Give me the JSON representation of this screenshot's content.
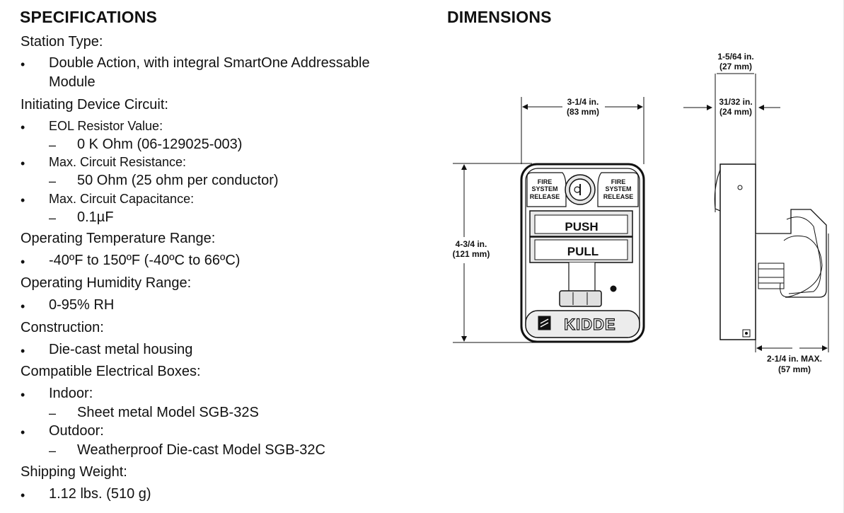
{
  "spec": {
    "heading": "SPECIFICATIONS",
    "station_type": "Station Type:",
    "station_item_1": "Double Action, with integral SmartOne Addressable",
    "station_item_1_cont": "Module",
    "idc": "Initiating Device Circuit:",
    "eol_label": "EOL Resistor Value:",
    "eol_value": "0 K Ohm (06-129025-003)",
    "resistance_label": "Max. Circuit Resistance:",
    "resistance_value": "50 Ohm (25 ohm per conductor)",
    "capacitance_label": "Max. Circuit Capacitance:",
    "capacitance_value": "0.1µF",
    "temp_label": "Operating Temperature Range:",
    "temp_value": "-40ºF to 150ºF (-40ºC to 66ºC)",
    "humidity_label": "Operating Humidity Range:",
    "humidity_value": "0-95% RH",
    "construction_label": "Construction:",
    "construction_value": "Die-cast metal housing",
    "boxes_label": "Compatible Electrical Boxes:",
    "indoor_label": "Indoor:",
    "indoor_value": "Sheet metal Model SGB-32S",
    "outdoor_label": "Outdoor:",
    "outdoor_value": "Weatherproof Die-cast Model SGB-32C",
    "weight_label": "Shipping Weight:",
    "weight_value": "1.12 lbs. (510 g)",
    "bullet": "•",
    "dash": "–"
  },
  "dimensions": {
    "heading": "DIMENSIONS",
    "width_in": "3-1/4 in.",
    "width_mm": "(83 mm)",
    "height_in": "4-3/4 in.",
    "height_mm": "(121 mm)",
    "depth_top_in": "1-5/64 in.",
    "depth_top_mm": "(27 mm)",
    "depth_in": "31/32 in.",
    "depth_mm": "(24 mm)",
    "max_in": "2-1/4 in. MAX.",
    "max_mm": "(57 mm)"
  },
  "device": {
    "fire_label": "FIRE",
    "system_label": "SYSTEM",
    "release_label": "RELEASE",
    "push_label": "PUSH",
    "pull_label": "PULL",
    "brand": "KIDDE"
  }
}
